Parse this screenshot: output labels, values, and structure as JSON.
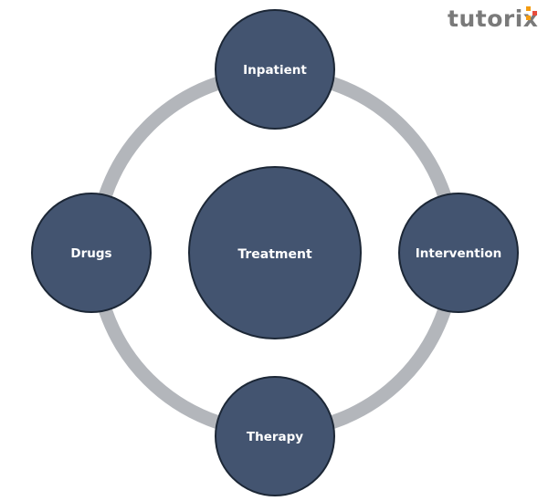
{
  "brand": {
    "text": "tutorix",
    "text_color": "#7a7a7a",
    "accent_colors": [
      "#f39c12",
      "#e74c3c",
      "#f39c12"
    ]
  },
  "diagram": {
    "center_label": "Treatment",
    "nodes": [
      {
        "id": "inpatient",
        "label": "Inpatient"
      },
      {
        "id": "intervention",
        "label": "Intervention"
      },
      {
        "id": "therapy",
        "label": "Therapy"
      },
      {
        "id": "drugs",
        "label": "Drugs"
      }
    ],
    "node_color": "#435470",
    "node_border_color": "#1c2736",
    "ring_color": "#b3b6bb",
    "label_color": "#ffffff"
  }
}
